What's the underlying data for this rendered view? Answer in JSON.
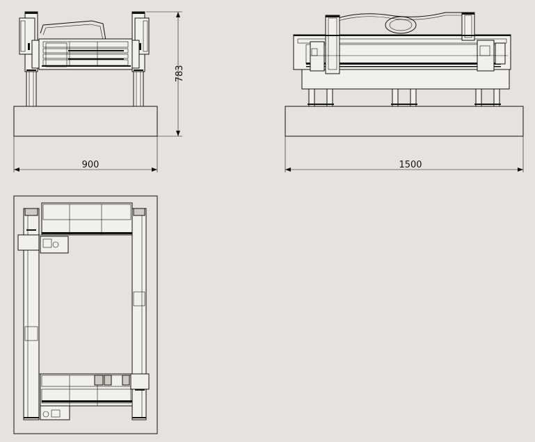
{
  "views": {
    "front": {
      "name": "front-view"
    },
    "side": {
      "name": "side-view"
    },
    "top": {
      "name": "top-view"
    }
  },
  "dimensions": {
    "front_width": "900",
    "front_height": "783",
    "side_width": "1500"
  },
  "colors": {
    "background": "#e6e3df",
    "line": "#111111",
    "base_fill": "#e6e3df"
  }
}
